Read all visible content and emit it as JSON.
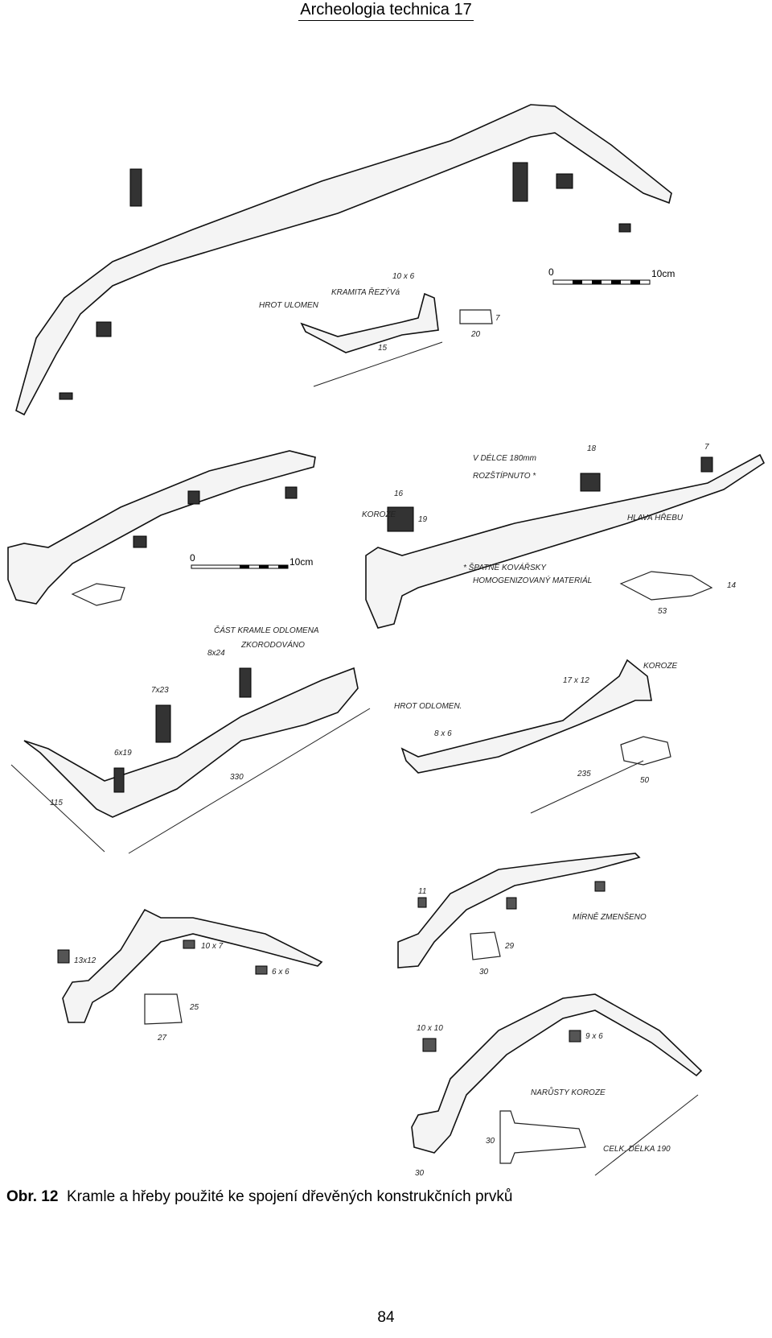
{
  "header": {
    "title": "Archeologia technica 17"
  },
  "figure": {
    "scale_bars": [
      {
        "start": "0",
        "end": "10cm"
      },
      {
        "start": "0",
        "end": "10cm"
      }
    ],
    "annotations": {
      "a1": "10 x 6",
      "a2": "KRAMITA ŘEZÝVá",
      "a3": "HROT ULOMEN",
      "a4": "15",
      "a5": "20",
      "a6": "7",
      "b1": "18",
      "b2": "7",
      "b3": "V DÉLCE 180mm",
      "b4": "ROZŠTÍPNUTO *",
      "b5": "16",
      "b6": "19",
      "b7": "KOROZE",
      "b8": "HLAVA HŘEBU",
      "b9": "* ŠPATNĚ KOVÁŘSKY",
      "b10": "HOMOGENIZOVANÝ MATERIÁL",
      "b11": "53",
      "b12": "14",
      "c1": "ČÁST KRAMLE ODLOMENA",
      "c2": "ZKORODOVÁNO",
      "c3": "8x24",
      "c4": "7x23",
      "c5": "6x19",
      "c6": "330",
      "c7": "115",
      "d1": "17 x 12",
      "d2": "KOROZE",
      "d3": "HROT ODLOMEN.",
      "d4": "8 x 6",
      "d5": "235",
      "d6": "50",
      "e1": "13x12",
      "e2": "10 x 7",
      "e3": "6 x 6",
      "e4": "27",
      "e5": "25",
      "f1": "11",
      "f2": "MÍRNĚ ZMENŠENO",
      "f3": "30",
      "f4": "29",
      "g1": "10 x 10",
      "g2": "9 x 6",
      "g3": "NARŮSTY KOROZE",
      "g4": "CELK. DÉLKA 190",
      "g5": "30",
      "g6": "30"
    }
  },
  "caption": {
    "label": "Obr. 12",
    "text": "Kramle a hřeby použité ke spojení dřevěných konstrukčních prvků"
  },
  "footer": {
    "page_number": "84"
  }
}
